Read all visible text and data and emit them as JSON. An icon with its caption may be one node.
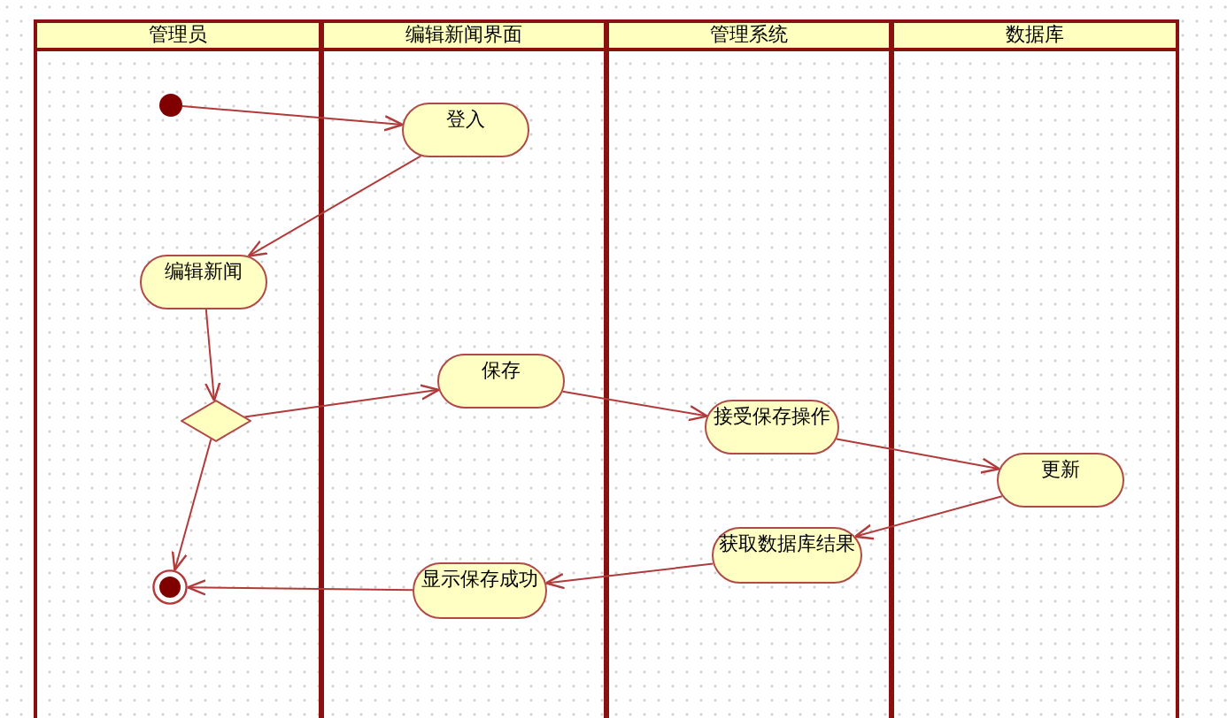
{
  "diagram": {
    "nodes": [
      {
        "text": [
          "管理员"
        ]
      },
      {
        "text": [
          "编辑新闻界面"
        ]
      },
      {
        "text": [
          "管理系统"
        ]
      },
      {
        "text": [
          "数据库"
        ]
      },
      {
        "text": [],
        "shape": "circle",
        "in": 0
      },
      {
        "text": [
          "登入"
        ],
        "in": 1
      },
      {
        "text": [
          "编辑新闻"
        ],
        "in": 0
      },
      {
        "text": [],
        "shape": "diamond",
        "in": 0
      },
      {
        "text": [
          "保存"
        ],
        "in": 1
      },
      {
        "text": [
          "接受保存操作"
        ],
        "in": 2
      },
      {
        "text": [
          "更新"
        ],
        "in": 3
      },
      {
        "text": [
          "获取数据库结果"
        ],
        "in": 2
      },
      {
        "text": [
          "显示保存成功"
        ],
        "in": 1
      },
      {
        "text": [],
        "shape": "bullseye",
        "in": 0
      }
    ],
    "edges": [
      {
        "from": 4,
        "to": 5,
        "arrow": "to"
      },
      {
        "from": 5,
        "to": 6,
        "arrow": "to"
      },
      {
        "from": 6,
        "to": 7,
        "arrow": "to"
      },
      {
        "from": 7,
        "to": 8,
        "arrow": "to"
      },
      {
        "from": 8,
        "to": 9,
        "arrow": "to"
      },
      {
        "from": 9,
        "to": 10,
        "arrow": "to"
      },
      {
        "from": 10,
        "to": 11,
        "arrow": "to"
      },
      {
        "from": 11,
        "to": 12,
        "arrow": "to"
      },
      {
        "from": 12,
        "to": 13,
        "arrow": "to"
      },
      {
        "from": 7,
        "to": 13,
        "arrow": "to"
      }
    ]
  }
}
